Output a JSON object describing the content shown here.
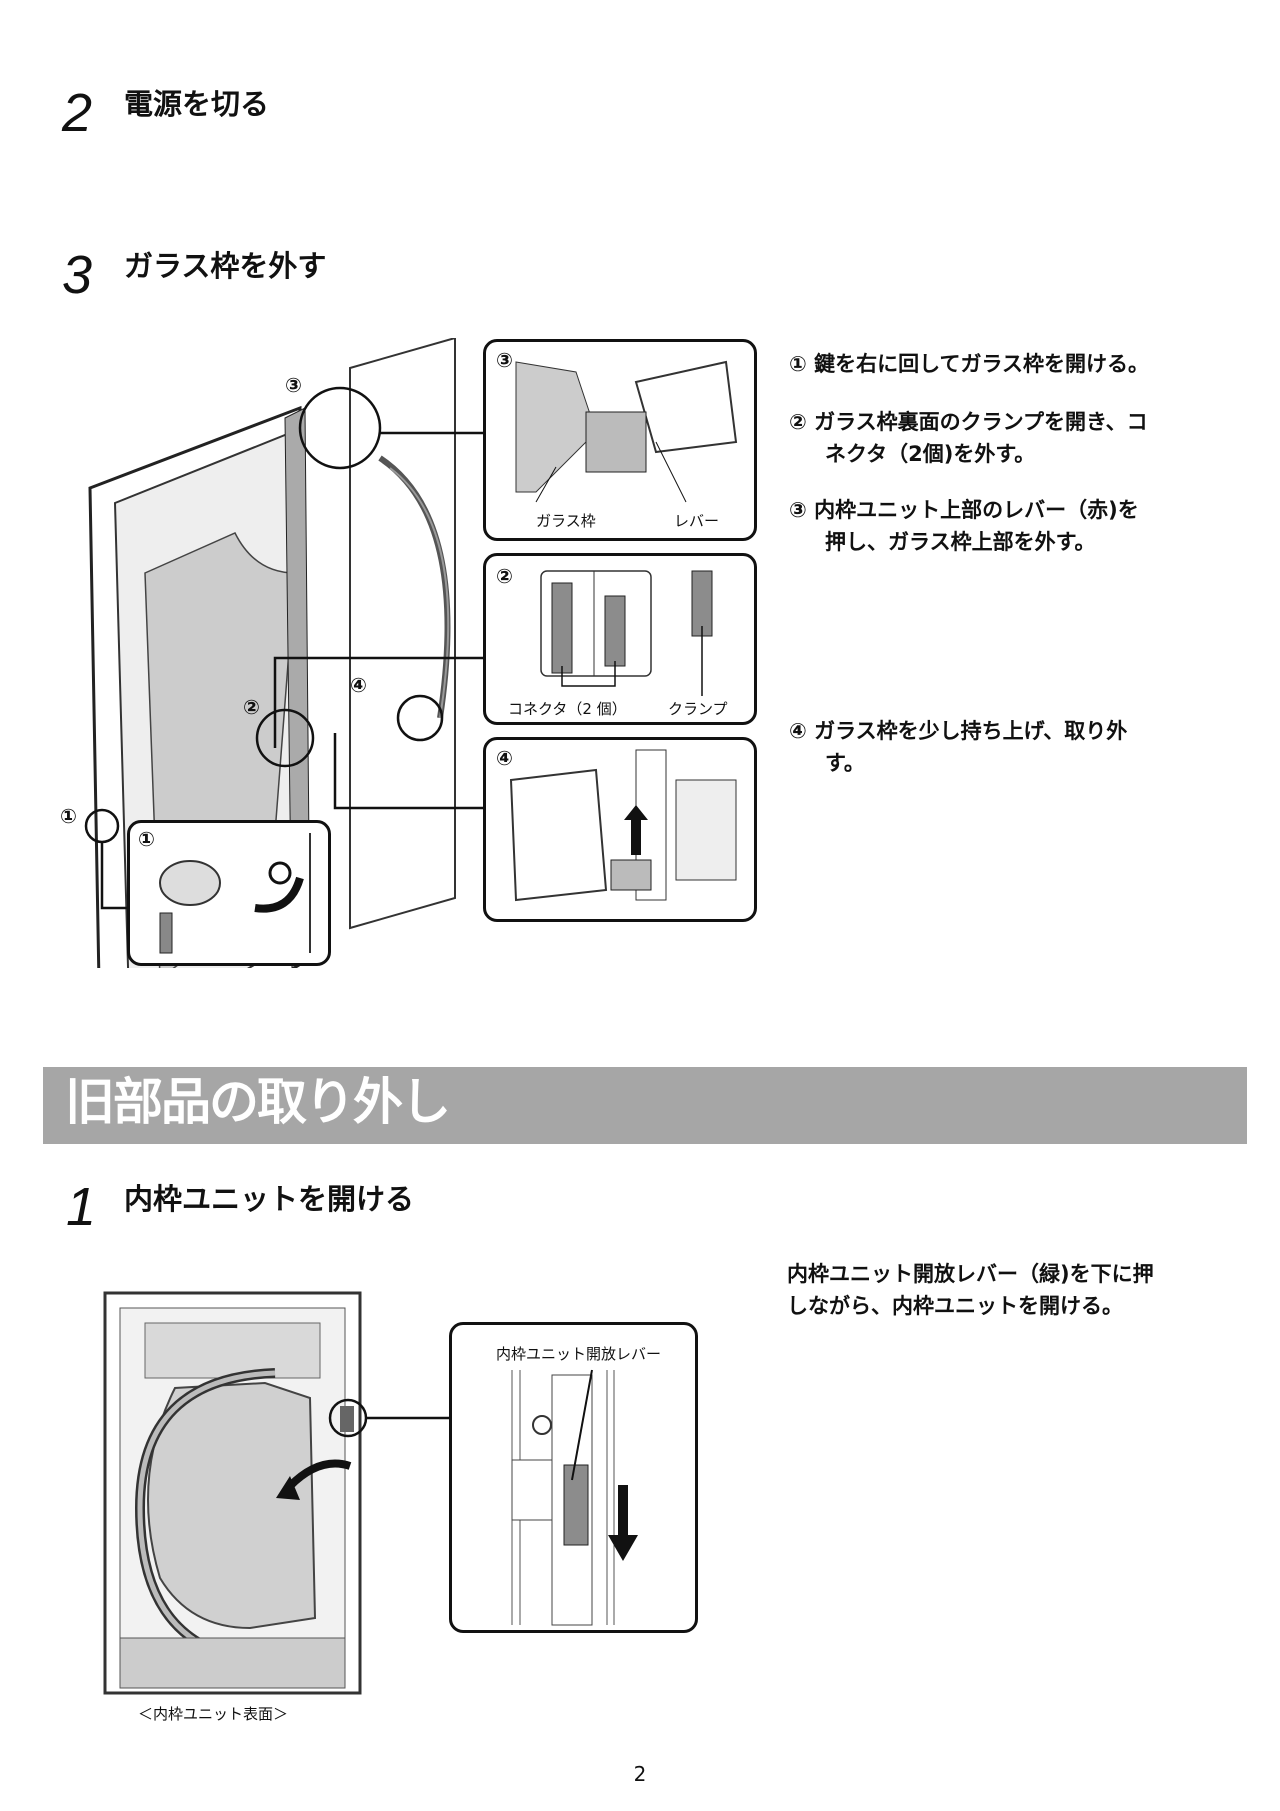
{
  "step2": {
    "number": "2",
    "title": "電源を切る"
  },
  "step3": {
    "number": "3",
    "title": "ガラス枠を外す",
    "instructions": {
      "i1": {
        "marker": "①",
        "line1": "鍵を右に回してガラス枠を開ける。"
      },
      "i2": {
        "marker": "②",
        "line1": "ガラス枠裏面のクランプを開き、コ",
        "line2": "ネクタ（2個)を外す。"
      },
      "i3": {
        "marker": "③",
        "line1": "内枠ユニット上部のレバー（赤)を",
        "line2": "押し、ガラス枠上部を外す。"
      },
      "i4": {
        "marker": "④",
        "line1": "ガラス枠を少し持ち上げ、取り外",
        "line2": "す。"
      }
    },
    "figure": {
      "callouts": [
        "①",
        "②",
        "③",
        "④"
      ],
      "inset3": {
        "marker": "③",
        "label_glass": "ガラス枠",
        "label_lever": "レバー"
      },
      "inset2": {
        "marker": "②",
        "label_connector": "コネクタ（2 個）",
        "label_clamp": "クランプ"
      },
      "inset4": {
        "marker": "④"
      },
      "inset1": {
        "marker": "①"
      }
    }
  },
  "section": {
    "title": "旧部品の取り外し"
  },
  "step1": {
    "number": "1",
    "title": "内枠ユニットを開ける",
    "instruction": {
      "line1": "内枠ユニット開放レバー（緑)を下に押",
      "line2": "しながら、内枠ユニットを開ける。"
    },
    "figure": {
      "caption": "＜内枠ユニット表面＞",
      "inset_label": "内枠ユニット開放レバー"
    }
  },
  "page_number": "2",
  "colors": {
    "banner": "#a6a6a6",
    "part_gray": "#8c8c8c"
  }
}
